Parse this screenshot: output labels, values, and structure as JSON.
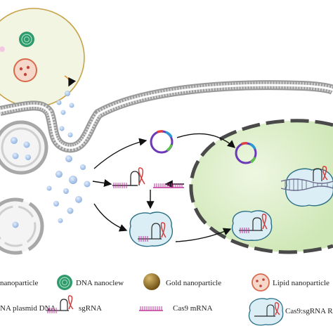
{
  "legend": {
    "nanoparticle": "nanoparticle",
    "dna_nanoclew": "DNA nanoclew",
    "gold_nanoparticle": "Gold nanoparticle",
    "lipid_nanoparticle": "Lipid nanoparticle",
    "plasmid_dna": "NA plasmid DNA",
    "sgrna": "sgRNA",
    "cas9_mrna": "Cas9 mRNA",
    "rnp": "Cas9:sgRNA RN"
  },
  "colors": {
    "membrane": "#8f8f8f",
    "vesicle": "#a9c4e8",
    "nucleus": "#d9edc4",
    "nucleus_border": "#4c4c4c",
    "capsule": "#f2f5e0",
    "capsule_border": "#c9a64a",
    "rnp_body": "#dbeef6",
    "rnp_border": "#2a6f86",
    "mrna": "#c2379c",
    "plasmid": "#6b38b8",
    "sgrna_stem": "#2a2a2a",
    "sgrna_hairpin": "#d63a3a",
    "dna_nanoclew": "#2e9a6c",
    "gold": "#9a7424",
    "lipid": "#e07a5a"
  }
}
